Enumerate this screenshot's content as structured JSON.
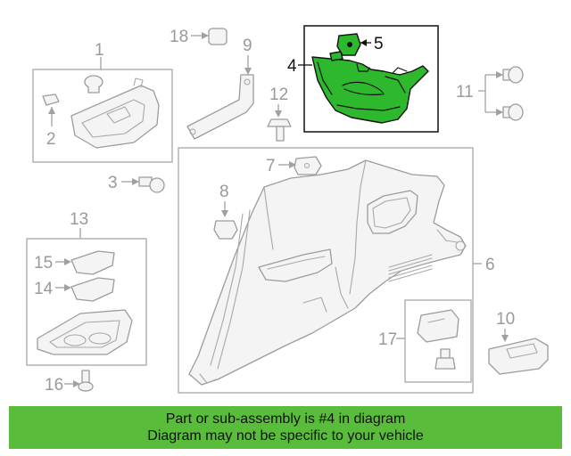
{
  "callouts": {
    "c1": "1",
    "c2": "2",
    "c3": "3",
    "c4": "4",
    "c5": "5",
    "c6": "6",
    "c7": "7",
    "c8": "8",
    "c9": "9",
    "c10": "10",
    "c11": "11",
    "c12": "12",
    "c13": "13",
    "c14": "14",
    "c15": "15",
    "c16": "16",
    "c17": "17",
    "c18": "18"
  },
  "highlight": {
    "part": "4",
    "color": "#2db82d"
  },
  "banner": {
    "line1": "Part or sub-assembly is #4 in diagram",
    "line2": "Diagram may not be specific to your vehicle",
    "color": "#59bd3b"
  }
}
